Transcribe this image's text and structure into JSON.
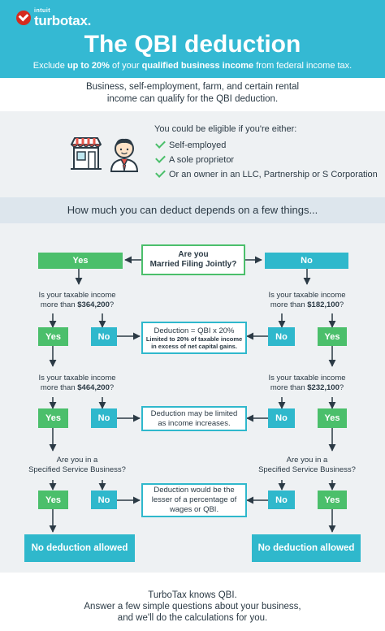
{
  "brand": {
    "intuit": "intuit",
    "name": "turbotax."
  },
  "header": {
    "title": "The QBI deduction",
    "subtitle": {
      "before": "Exclude ",
      "bold1": "up to 20%",
      "middle": " of your ",
      "bold2": "qualified business income",
      "after": " from federal income tax."
    }
  },
  "intro": {
    "line1": "Business, self-employment, farm, and certain rental",
    "line2": "income can qualify for the QBI deduction."
  },
  "eligibility": {
    "title": "You could be eligible if you're either:",
    "items": [
      "Self-employed",
      "A sole proprietor",
      "Or an owner in an LLC, Partnership or S Corporation"
    ]
  },
  "section_heading": "How much you can deduct depends on a few things...",
  "flow": {
    "start": {
      "line1": "Are you",
      "line2": "Married Filing Jointly?"
    },
    "yes": "Yes",
    "no": "No",
    "left": {
      "q1": {
        "line1": "Is your taxable income",
        "before": "more than ",
        "amount": "$364,200",
        "after": "?"
      },
      "q2": {
        "line1": "Is your taxable income",
        "before": "more than ",
        "amount": "$464,200",
        "after": "?"
      },
      "q3": {
        "line1": "Are you in a",
        "line2": "Specified Service Business?"
      }
    },
    "right": {
      "q1": {
        "line1": "Is your taxable income",
        "before": "more than ",
        "amount": "$182,100",
        "after": "?"
      },
      "q2": {
        "line1": "Is your taxable income",
        "before": "more than ",
        "amount": "$232,100",
        "after": "?"
      },
      "q3": {
        "line1": "Are you in a",
        "line2": "Specified Service Business?"
      }
    },
    "outcomes": {
      "o1": {
        "formula": "Deduction = QBI x 20%",
        "line1": "Limited to 20% of taxable income",
        "line2": "in excess of net capital gains."
      },
      "o2": {
        "line1": "Deduction may be limited",
        "line2": "as income increases."
      },
      "o3": {
        "line1": "Deduction would be the",
        "line2": "lesser of a percentage of",
        "line3": "wages or QBI."
      }
    },
    "no_deduction": "No deduction allowed"
  },
  "footer": {
    "line1": "TurboTax knows QBI.",
    "line2": "Answer a few simple questions about your business,",
    "line3": "and we'll do the calculations for you."
  },
  "colors": {
    "header_bg": "#34b9d3",
    "green": "#4bbf6b",
    "teal": "#2fb8cc",
    "panel_bg": "#eef1f3",
    "heading_band": "#dde6ed",
    "brand_red": "#d52b1e"
  },
  "icons": [
    "turbotax-check-icon",
    "storefront-icon",
    "business-person-icon",
    "check-icon",
    "arrow-icon"
  ]
}
